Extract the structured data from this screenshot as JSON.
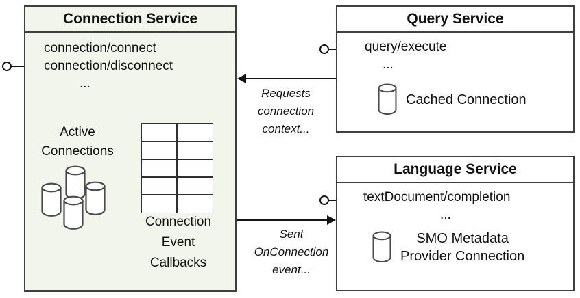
{
  "connection_service": {
    "title": "Connection Service",
    "endpoint_connect": "connection/connect",
    "endpoint_disconnect": "connection/disconnect",
    "ellipsis": "...",
    "active_connections_label": "Active\nConnections",
    "callbacks_label": "Connection\nEvent\nCallbacks"
  },
  "query_service": {
    "title": "Query Service",
    "endpoint": "query/execute",
    "ellipsis": "...",
    "cached_connection_label": "Cached Connection"
  },
  "language_service": {
    "title": "Language Service",
    "endpoint": "textDocument/completion",
    "ellipsis": "...",
    "smo_connection_label": "SMO Metadata\nProvider Connection"
  },
  "flows": {
    "requests_label": "Requests\nconnection\ncontext...",
    "sent_label": "Sent\nOnConnection\nevent..."
  },
  "icons": {
    "database": "database-cylinder-icon",
    "table": "table-grid-icon",
    "interface": "lollipop-interface-icon"
  },
  "colors": {
    "connection_service_fill": "#f2f5ec",
    "box_border": "#3f3f3f",
    "connector": "#141414"
  }
}
